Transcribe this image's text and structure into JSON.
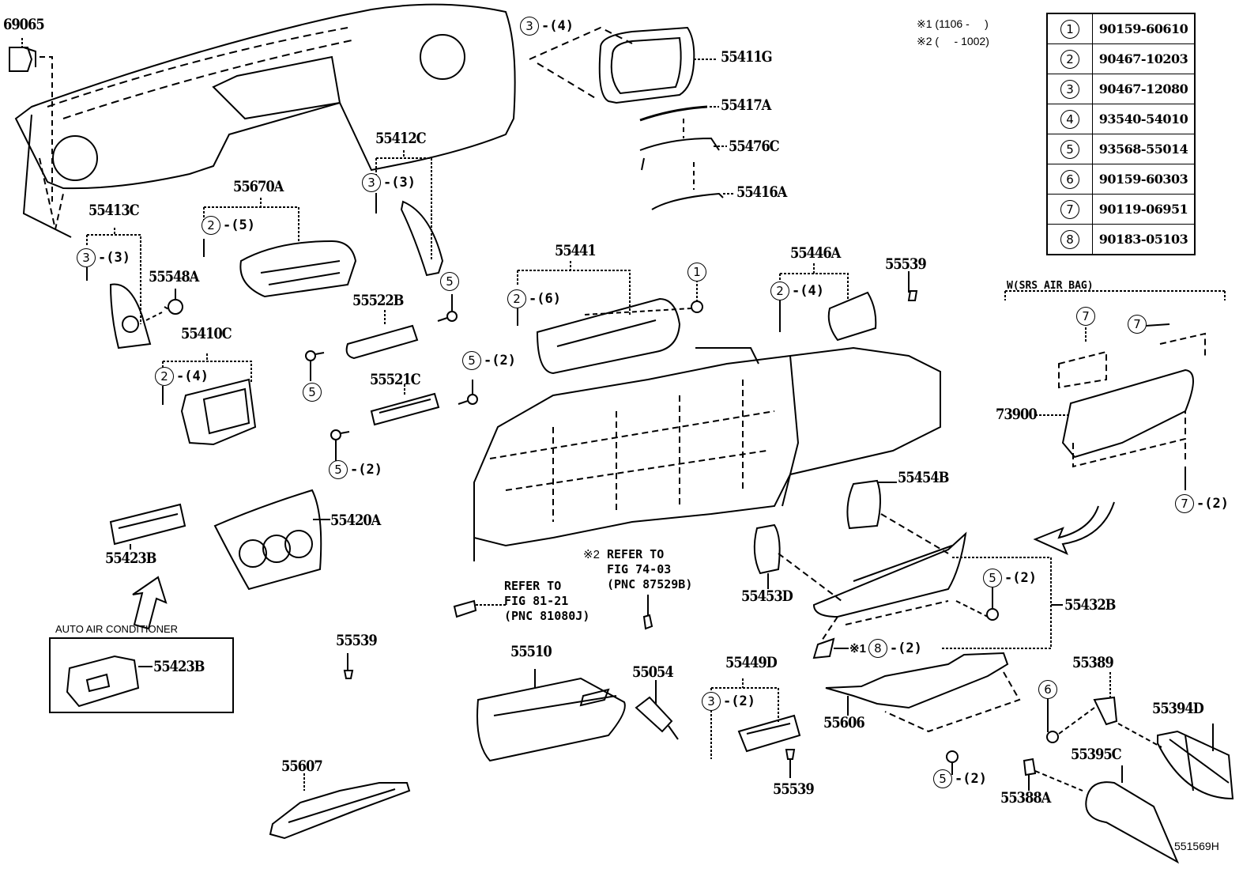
{
  "figure_id": "551569H",
  "notes": {
    "note1": "※1 (1106 -     )",
    "note2": "※2 (     - 1002)"
  },
  "legend": [
    {
      "num": "1",
      "part": "90159-60610"
    },
    {
      "num": "2",
      "part": "90467-10203"
    },
    {
      "num": "3",
      "part": "90467-12080"
    },
    {
      "num": "4",
      "part": "93540-54010"
    },
    {
      "num": "5",
      "part": "93568-55014"
    },
    {
      "num": "6",
      "part": "90159-60303"
    },
    {
      "num": "7",
      "part": "90119-06951"
    },
    {
      "num": "8",
      "part": "90183-05103"
    }
  ],
  "labels": {
    "p69065": "69065",
    "p55411G": "55411G",
    "p55417A": "55417A",
    "p55476C": "55476C",
    "p55416A": "55416A",
    "p55412C": "55412C",
    "p55670A": "55670A",
    "p55413C": "55413C",
    "p55548A": "55548A",
    "p55522B": "55522B",
    "p55410C": "55410C",
    "p55521C": "55521C",
    "p55441": "55441",
    "p55446A": "55446A",
    "p55539a": "55539",
    "p55539b": "55539",
    "p55539c": "55539",
    "p73900": "73900",
    "p55454B": "55454B",
    "p55453D": "55453D",
    "p55432B": "55432B",
    "p55420A": "55420A",
    "p55423Ba": "55423B",
    "p55423Bb": "55423B",
    "p55510": "55510",
    "p55054": "55054",
    "p55449D": "55449D",
    "p55606": "55606",
    "p55389": "55389",
    "p55394D": "55394D",
    "p55395C": "55395C",
    "p55388A": "55388A",
    "p55607": "55607"
  },
  "callouts": {
    "c1": {
      "num": "3",
      "qty": "-(4)"
    },
    "c2": {
      "num": "3",
      "qty": "-(3)"
    },
    "c3": {
      "num": "2",
      "qty": "-(5)"
    },
    "c4": {
      "num": "3",
      "qty": "-(3)"
    },
    "c5": {
      "num": "5",
      "qty": ""
    },
    "c6": {
      "num": "2",
      "qty": "-(4)"
    },
    "c7": {
      "num": "5",
      "qty": ""
    },
    "c8": {
      "num": "5",
      "qty": "-(2)"
    },
    "c9": {
      "num": "5",
      "qty": "-(2)"
    },
    "c10": {
      "num": "2",
      "qty": "-(6)"
    },
    "c11": {
      "num": "1",
      "qty": ""
    },
    "c12": {
      "num": "2",
      "qty": "-(4)"
    },
    "c13": {
      "num": "7",
      "qty": ""
    },
    "c14": {
      "num": "7",
      "qty": ""
    },
    "c15": {
      "num": "7",
      "qty": "-(2)"
    },
    "c16": {
      "num": "5",
      "qty": "-(2)"
    },
    "c17": {
      "num": "8",
      "qty": "-(2)",
      "prefix": "※1"
    },
    "c18": {
      "num": "3",
      "qty": "-(2)"
    },
    "c19": {
      "num": "6",
      "qty": ""
    },
    "c20": {
      "num": "5",
      "qty": "-(2)"
    }
  },
  "references": {
    "ref1": "REFER TO\nFIG 81-21\n(PNC 81080J)",
    "ref2_prefix": "※2",
    "ref2": "REFER TO\nFIG 74-03\n(PNC 87529B)"
  },
  "groups": {
    "srs": "W(SRS AIR BAG)",
    "auto_ac": "AUTO AIR CONDITIONER"
  }
}
